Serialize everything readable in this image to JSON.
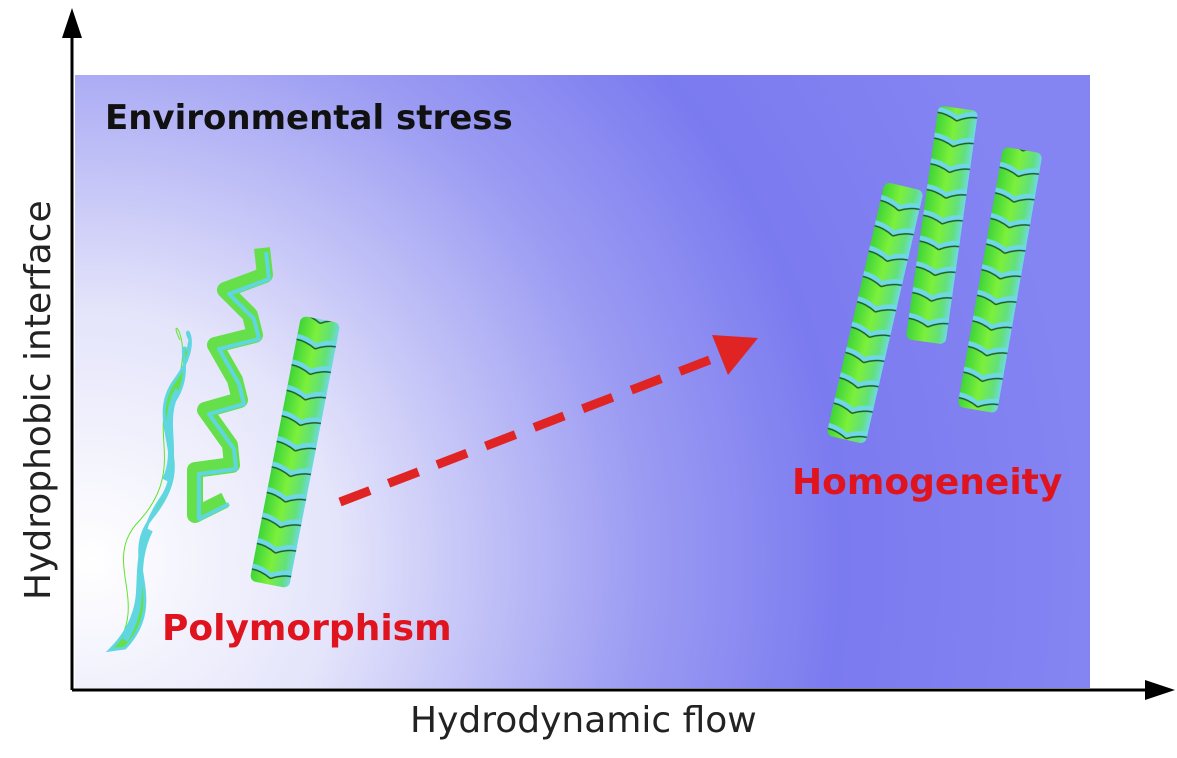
{
  "title": "Environmental stress",
  "left_label": "Polymorphism",
  "right_label": "Homogeneity",
  "x_axis_label": "Hydrodynamic flow",
  "y_axis_label": "Hydrophobic interface",
  "colors": {
    "background_blue": "#7b7bf0",
    "label_red": "#e0141e",
    "arrow_red": "#e02424",
    "fibril_green": "#5ee62a",
    "fibril_cyan": "#5fd6e0"
  }
}
